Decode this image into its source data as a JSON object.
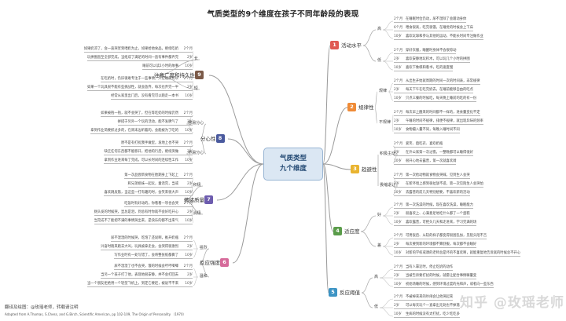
{
  "title": "气质类型的9个维度在孩子不同年龄段的表现",
  "center": {
    "line1": "气质类型",
    "line2": "九个维度"
  },
  "dimensions": [
    {
      "num": "1",
      "label": "活动水平",
      "color": "#e05a53",
      "groups": [
        {
          "label": "高",
          "items": [
            {
              "age": "2个月",
              "text": "在睡眠时位仍动，尿不湿除了会蹭动身体"
            },
            {
              "age": "6个月",
              "text": "喂食很高，吃完很饿，在睡觉的时候会上下床"
            },
            {
              "age": "10岁",
              "text": "喜欢玩球和参与其他的运动，不能长时间专注做作业"
            }
          ]
        },
        {
          "label": "低",
          "items": [
            {
              "age": "2个月",
              "text": "穿好衣服，睡醒时身体不会很惊动"
            },
            {
              "age": "2岁",
              "text": "喜欢安静地玩积木，可以玩几个小时的拼图"
            },
            {
              "age": "10岁",
              "text": "喜欢下象棋和看书，吃的速度慢"
            }
          ]
        }
      ]
    },
    {
      "num": "2",
      "label": "规律性",
      "color": "#ef8b37",
      "groups": [
        {
          "label": "规律",
          "items": [
            {
              "age": "2个月",
              "text": "从出生开始就周期的时间一次的时间表，非常规律"
            },
            {
              "age": "2岁",
              "text": "每天下午在吃完奶去，在睡前能够自由的吃点"
            },
            {
              "age": "10岁",
              "text": "只点三餐的时候吃，每天晚上睡前的吃的有一份"
            }
          ]
        },
        {
          "label": "不规律",
          "items": [
            {
              "age": "2个月",
              "text": "每次早上醒来的时间都不一样的，进食量变化不定"
            },
            {
              "age": "2岁",
              "text": "午睡的时间不规律，排便不规律，就出现异味的频率"
            },
            {
              "age": "10岁",
              "text": "食物摄入量不同，每晚入睡时间不同"
            }
          ]
        }
      ]
    },
    {
      "num": "3",
      "label": "趋避性",
      "color": "#e9b430",
      "groups": [
        {
          "label": "积极主动",
          "items": [
            {
              "age": "2个月",
              "text": "爱笑、趋吃衣、喜欢奶瓶"
            },
            {
              "age": "2岁",
              "text": "在外公家第一次过夜，一整晚都可以睡得很好"
            },
            {
              "age": "10岁",
              "text": "很开心地去露营，第一次就喜欢骑"
            }
          ]
        },
        {
          "label": "畏缩退让",
          "items": [
            {
              "age": "2个月",
              "text": "第一次给动物就食物会哭喊，见到生人会哭"
            },
            {
              "age": "2岁",
              "text": "在新环境上感到很拉放不适，第一次见陌生人会哭怕"
            },
            {
              "age": "10岁",
              "text": "去露营的前几天特别想要，不喜欢新的活动"
            }
          ]
        }
      ]
    },
    {
      "num": "4",
      "label": "适应度",
      "color": "#5a9c4a",
      "groups": [
        {
          "label": "好",
          "items": [
            {
              "age": "2个月",
              "text": "第一次洗澡的时候，现在喜欢洗澡，睡眠能力"
            },
            {
              "age": "2岁",
              "text": "很喜欢上、心满意足地吃什么都了一个蛋糕"
            },
            {
              "age": "10岁",
              "text": "喜欢露营，可把头几天和走进来，学习完满的场"
            }
          ]
        },
        {
          "label": "差",
          "items": [
            {
              "age": "2个月",
              "text": "可用饭后、从较的样子都变得很困乱加，见陌头陌不吉"
            },
            {
              "age": "2岁",
              "text": "每次要到新的环境都不算舒服，每次都不会睡好"
            },
            {
              "age": "10岁",
              "text": "对新的学校或课的老师总是坏的不喜欢啊，就能重复地告诉就的时候总不开心"
            }
          ]
        }
      ]
    },
    {
      "num": "5",
      "label": "反应阈值",
      "color": "#3d94c4",
      "groups": [
        {
          "label": "高",
          "items": [
            {
              "age": "2个月",
              "text": "当有人靠近时，停止吃奶的动作"
            },
            {
              "age": "2岁",
              "text": "当被告诉要打扰的时候，就愿让配合事情嘛量变"
            },
            {
              "age": "10岁",
              "text": "初始场睡的时候，感到环境过度的光和声，或者向一些东西"
            }
          ]
        },
        {
          "label": "低",
          "items": [
            {
              "age": "2个月",
              "text": "不被掉来来的吵闹会让他哭起来"
            },
            {
              "age": "2岁",
              "text": "可以每天玩个一直拿出无处也不掉落"
            },
            {
              "age": "10岁",
              "text": "生病的时候没有太打扰，吃少吃吃多"
            }
          ]
        }
      ]
    },
    {
      "num": "6",
      "label": "反应强度",
      "color": "#d66a9a",
      "groups": [
        {
          "label": "强烈",
          "items": [
            {
              "age": "2个月",
              "text": "尿不湿湿的时候哭，吃饱了还说啊，推开奶瓶"
            },
            {
              "age": "2岁",
              "text": "兴奋时跑来跑去大叫，玩具被拿走会，会哭得很激烈"
            },
            {
              "age": "10岁",
              "text": "写作业时有一处写错了，会将整张纸都撕了"
            }
          ]
        },
        {
          "label": "温和",
          "items": [
            {
              "age": "2个月",
              "text": "尿不湿湿了也不会哭，饿的时候会哼哼唧唧"
            },
            {
              "age": "2岁",
              "text": "当另一个孩子打了他，表现地很安静，并不会打回去"
            },
            {
              "age": "10岁",
              "text": "当一个朋友拒绝用一个轻型飞机上，到定它要赶，被说不不来"
            }
          ]
        }
      ]
    },
    {
      "num": "7",
      "label": "情绪质量",
      "color": "#6d5cae",
      "groups": [
        {
          "label": "积极",
          "items": [
            {
              "age": "2个月",
              "text": "第一次品尝新食物在胎期身上下起上"
            },
            {
              "age": "2岁",
              "text": "和兄弟姐妹一起玩，童话完，当或"
            },
            {
              "age": "10岁",
              "text": "喜欢跳皮筋，当这些一打有趣的时，会笑来很大声"
            }
          ]
        },
        {
          "label": "消极",
          "items": [
            {
              "age": "2个月",
              "text": "吃饭时有好动的，你看看一项也会哭"
            },
            {
              "age": "2岁",
              "text": "厕头发的时候哭，显总是泪，到总有时你就不会好吃开心"
            },
            {
              "age": "10岁",
              "text": "当完成不了能把不满的事情哭出来，是快乐的都不出来气"
            }
          ]
        }
      ]
    },
    {
      "num": "8",
      "label": "分心性",
      "color": "#4a5a9e",
      "groups": [
        {
          "label": "容易分心",
          "items": [
            {
              "age": "2个月",
              "text": "如果被抱一抱，就不会哭了，但在等吃奶的时候仍然"
            },
            {
              "age": "2岁",
              "text": "拼搭于另外一个玩的活动，能不发脾气了"
            },
            {
              "age": "10岁",
              "text": "拿到作业简要抓过多的，在周末边听着的，会能被为了吃的"
            }
          ]
        },
        {
          "label": "不易分心",
          "items": [
            {
              "age": "2个月",
              "text": "原不是有打扰我手做里，发地上也不哭"
            },
            {
              "age": "2岁",
              "text": "缺乏任何东西都不能移开，把他的行后，继续哭做"
            },
            {
              "age": "10岁",
              "text": "拿到作业进来每了完成，可以长时间的连续性工作"
            }
          ]
        }
      ]
    },
    {
      "num": "9",
      "label": "注意广度和持久性",
      "color": "#7b5a48",
      "groups": [
        {
          "label": "长",
          "items": [
            {
              "age": "2个月",
              "text": "如果奶凉了，会一直哭宣到喂奶为止，如果给他食品，继续吃奶"
            },
            {
              "age": "2岁",
              "text": "玩拼图直至全部完成，当组成了满足的时间一直有事件都弄完"
            },
            {
              "age": "10岁",
              "text": "睡前可以读2小时的故事"
            }
          ]
        },
        {
          "label": "短",
          "items": [
            {
              "age": "2个月",
              "text": "在吃奶时，仍旧很难专注于一些事情，只在睡前可以"
            },
            {
              "age": "2岁",
              "text": "如果一个玩具很不能有些挑战性，就会放弃，每次也弄完一半"
            },
            {
              "age": "10岁",
              "text": "经常从家里出门后，没有看完可以跑走一本书"
            }
          ]
        }
      ]
    }
  ],
  "footer": {
    "translator": "翻译及绘图：@玫瑶老师，转载请注明",
    "adapted": "Adapted from A.Thomas, S.Chess, and G.Birch, Scientific American, pp 102-109, The Origin of Personality （1970）"
  },
  "watermark": "知乎 @玫瑶老师"
}
